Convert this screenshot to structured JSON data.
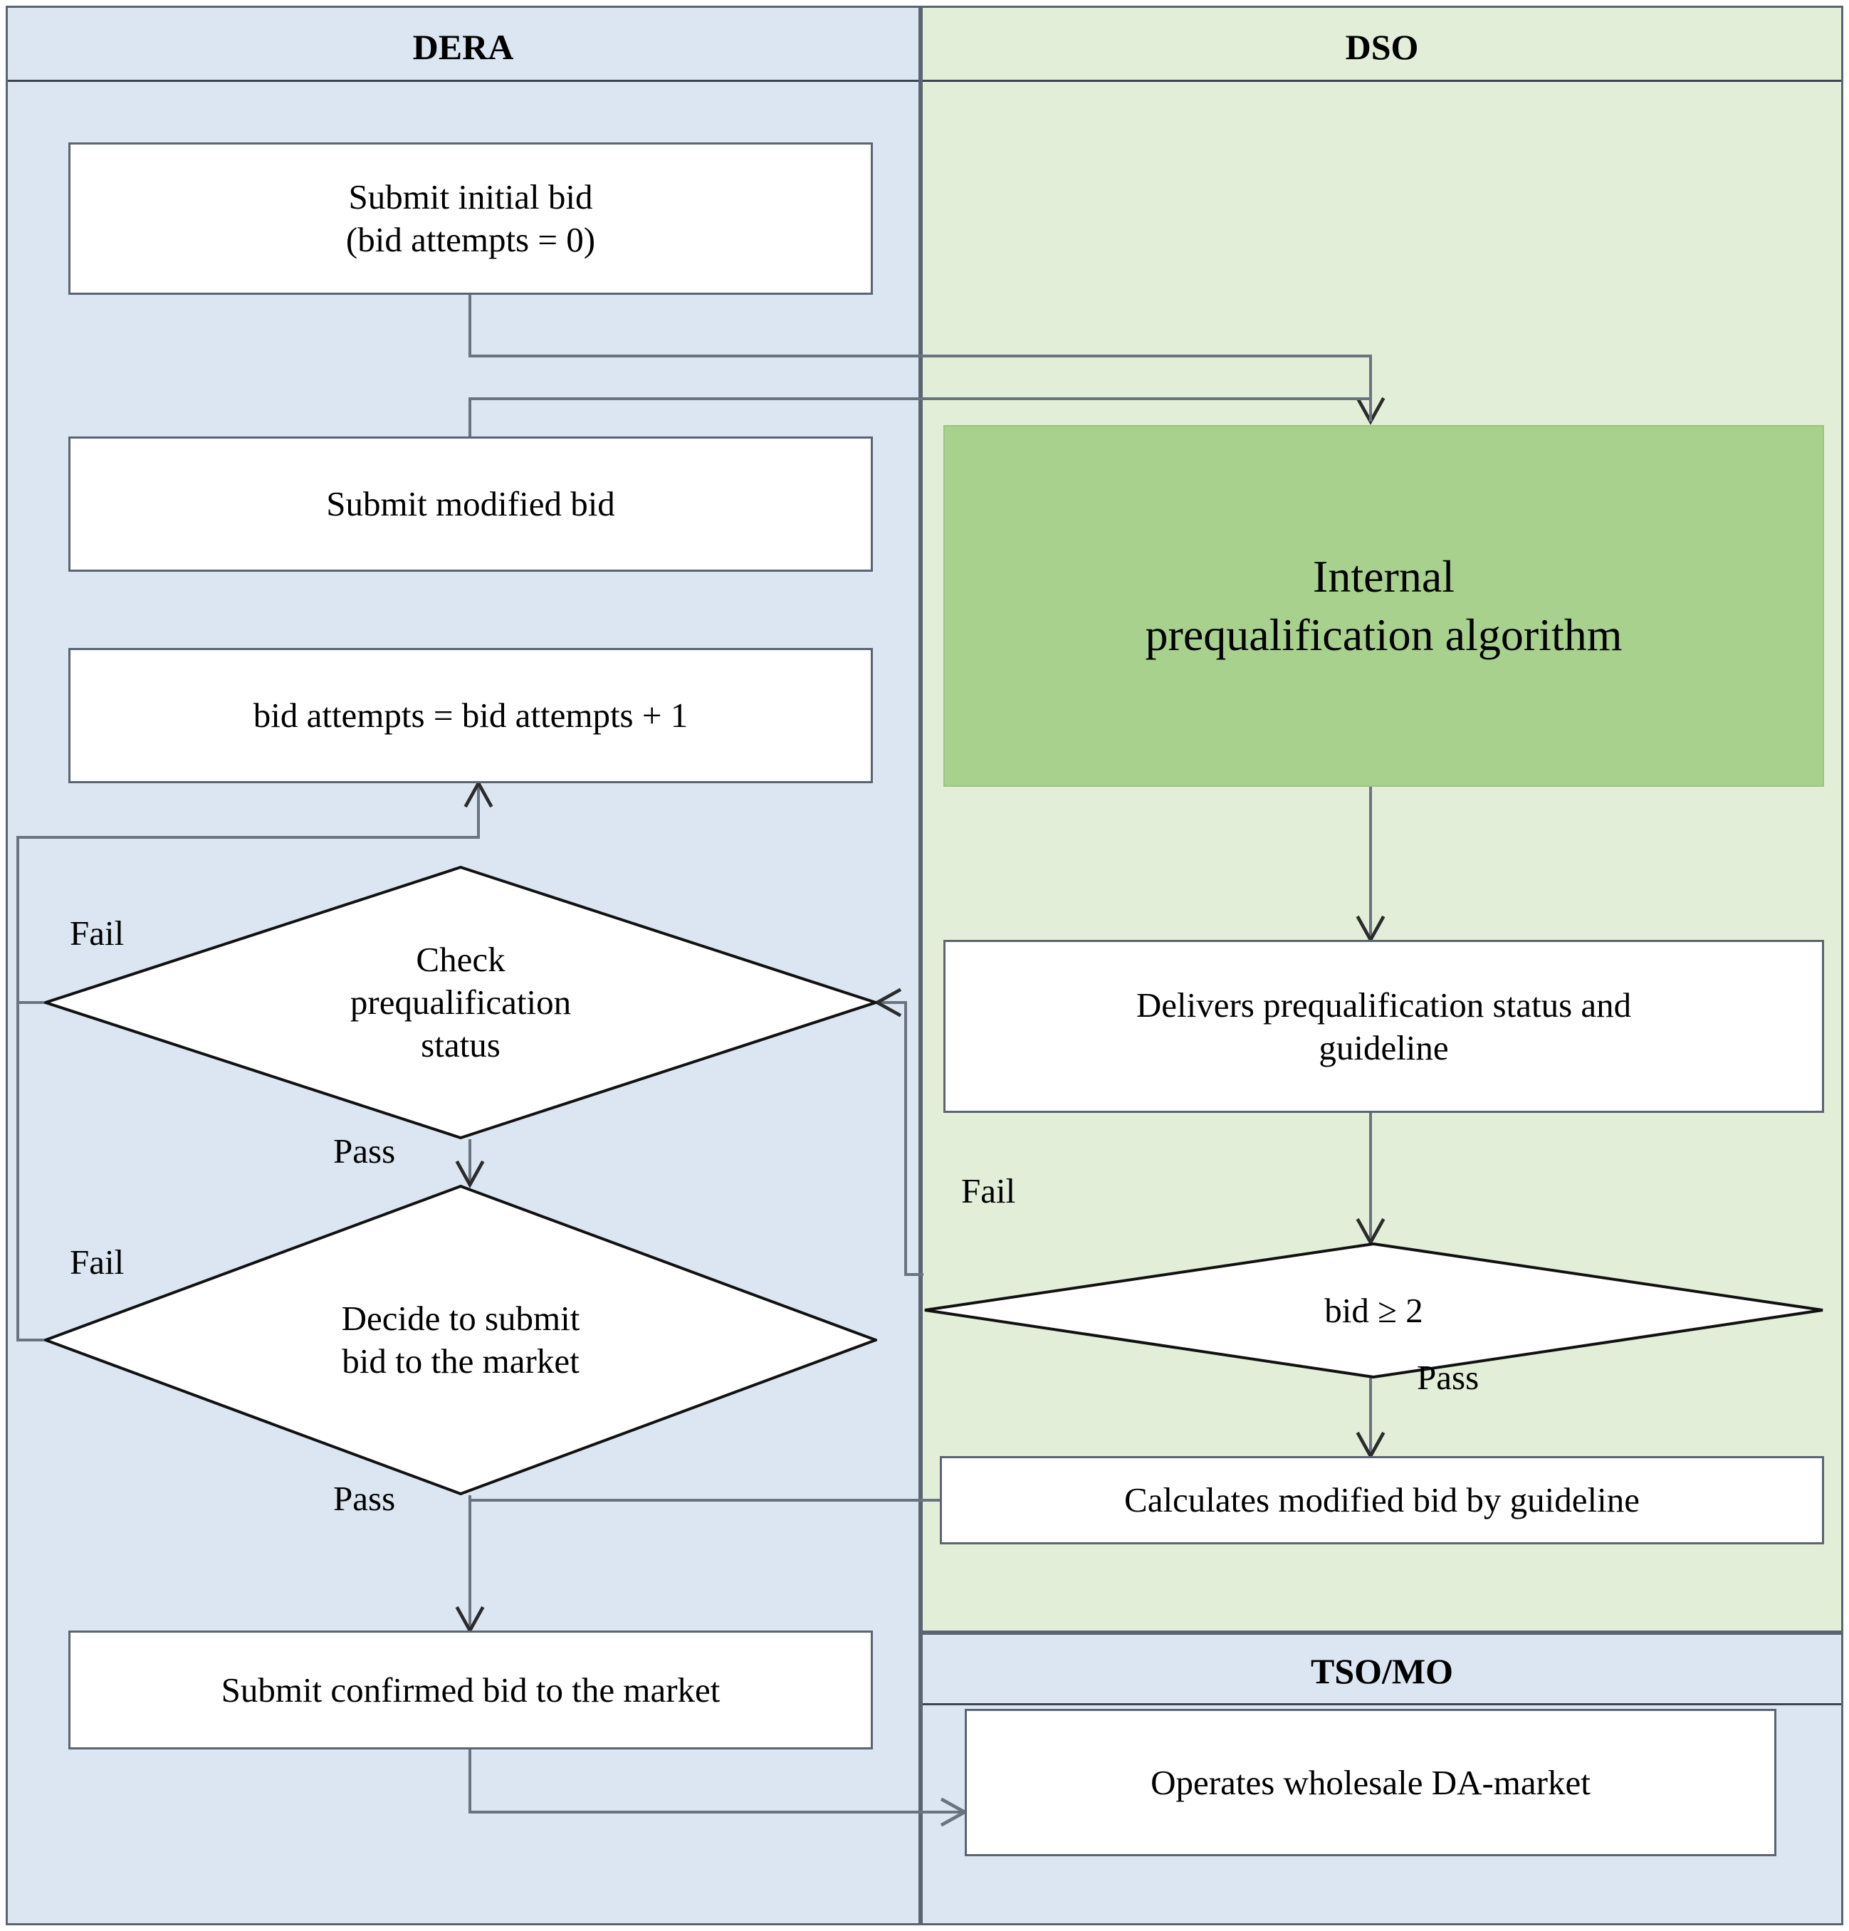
{
  "diagram": {
    "title": "DER aggregator prequalification bidding flowchart",
    "type": "swimlane-flowchart",
    "colors": {
      "lane_dera_bg": "#dce6f2",
      "lane_dso_bg": "#e2eed8",
      "lane_tso_bg": "#dce6f2",
      "highlight_box_bg": "#a7d18c",
      "node_bg": "#ffffff",
      "border": "#5a6472",
      "connector": "#6a7480",
      "connector_dark": "#2b2b2b",
      "text": "#000000"
    }
  },
  "lanes": [
    {
      "id": "dera",
      "title": "DERA"
    },
    {
      "id": "dso",
      "title": "DSO"
    },
    {
      "id": "tso",
      "title": "TSO/MO"
    }
  ],
  "nodes": {
    "submit_initial_bid": {
      "lane": "dera",
      "shape": "process",
      "line1": "Submit initial bid",
      "line2": "(bid attempts = 0)"
    },
    "submit_modified_bid": {
      "lane": "dera",
      "shape": "process",
      "label": "Submit modified bid"
    },
    "increment_bid_attempts": {
      "lane": "dera",
      "shape": "process",
      "label": "bid attempts = bid attempts + 1"
    },
    "check_prequal_status": {
      "lane": "dera",
      "shape": "decision",
      "line1": "Check",
      "line2": "prequalification",
      "line3": "status"
    },
    "decide_submit_market": {
      "lane": "dera",
      "shape": "decision",
      "line1": "Decide to submit",
      "line2": "bid to the market"
    },
    "submit_confirmed_bid": {
      "lane": "dera",
      "shape": "process",
      "label": "Submit confirmed bid to the market"
    },
    "internal_prequal_algo": {
      "lane": "dso",
      "shape": "highlight",
      "line1": "Internal",
      "line2": "prequalification algorithm"
    },
    "delivers_status": {
      "lane": "dso",
      "shape": "process",
      "line1": "Delivers prequalification status and",
      "line2": "guideline"
    },
    "bid_ge_2": {
      "lane": "dso",
      "shape": "decision",
      "label": "bid ≥ 2"
    },
    "calculates_modified_bid": {
      "lane": "dso",
      "shape": "process",
      "label": "Calculates modified bid by guideline"
    },
    "operates_da_market": {
      "lane": "tso",
      "shape": "process",
      "label": "Operates wholesale DA-market"
    }
  },
  "edge_labels": {
    "check_fail": "Fail",
    "check_pass": "Pass",
    "decide_fail": "Fail",
    "decide_pass": "Pass",
    "bid_fail": "Fail",
    "bid_pass": "Pass"
  },
  "edges": [
    {
      "from": "submit_initial_bid",
      "to": "internal_prequal_algo",
      "label": ""
    },
    {
      "from": "submit_modified_bid",
      "to": "internal_prequal_algo",
      "label": ""
    },
    {
      "from": "internal_prequal_algo",
      "to": "delivers_status",
      "label": ""
    },
    {
      "from": "delivers_status",
      "to": "bid_ge_2",
      "label": ""
    },
    {
      "from": "bid_ge_2",
      "to": "check_prequal_status",
      "label": "Fail"
    },
    {
      "from": "bid_ge_2",
      "to": "calculates_modified_bid",
      "label": "Pass"
    },
    {
      "from": "calculates_modified_bid",
      "to": "decide_submit_market",
      "label": ""
    },
    {
      "from": "check_prequal_status",
      "to": "increment_bid_attempts",
      "label": "Fail"
    },
    {
      "from": "check_prequal_status",
      "to": "decide_submit_market",
      "label": "Pass"
    },
    {
      "from": "decide_submit_market",
      "to": "increment_bid_attempts",
      "label": "Fail"
    },
    {
      "from": "decide_submit_market",
      "to": "submit_confirmed_bid",
      "label": "Pass"
    },
    {
      "from": "increment_bid_attempts",
      "to": "submit_modified_bid",
      "label": ""
    },
    {
      "from": "submit_confirmed_bid",
      "to": "operates_da_market",
      "label": ""
    }
  ]
}
